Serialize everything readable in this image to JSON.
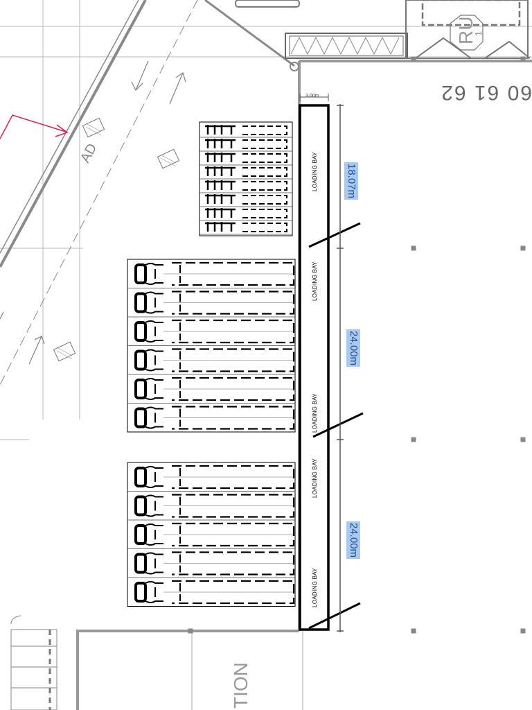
{
  "dimensions": {
    "width_label": "3.00m",
    "segments": [
      {
        "label": "18.07m"
      },
      {
        "label": "24.00m"
      },
      {
        "label": "24.00m"
      }
    ]
  },
  "loading_bays": [
    "LOADING BAY",
    "LOADING BAY",
    "LOADING BAY",
    "LOADING BAY",
    "LOADING BAY"
  ],
  "road_label": "AD",
  "bay_numbers": "60 61 62",
  "room_label": "RU",
  "room_number": "1",
  "room_label_bottom": "TION",
  "colors": {
    "line": "#000000",
    "grid": "#9a9a9a",
    "arrow": "#e0204a",
    "dim_highlight": "#a9c9f0"
  }
}
